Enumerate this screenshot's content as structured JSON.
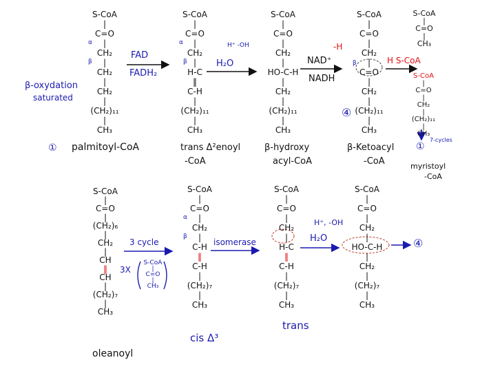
{
  "colors": {
    "ink": "#111111",
    "blue": "#1a1ab0",
    "red": "#e01010"
  },
  "side_label": {
    "line1": "β-oxydation",
    "line2": "saturated"
  },
  "step1": {
    "chain": [
      "S-CoA",
      "|",
      "C=O",
      "|",
      "CH₂",
      "|",
      "CH₂",
      "|",
      "CH₂",
      "|",
      "(CH₂)₁₁",
      "|",
      "CH₃"
    ],
    "alpha": "α",
    "beta": "β",
    "number": "①",
    "name": "palmitoyl-CoA"
  },
  "arrow1": {
    "top": "FAD",
    "bottom": "FADH₂"
  },
  "step2": {
    "chain": [
      "S-CoA",
      "|",
      "C=O",
      "|",
      "CH₂",
      "|",
      "H-C",
      "‖",
      "C-H",
      "|",
      "(CH₂)₁₁",
      "|",
      "CH₃"
    ],
    "alpha": "α",
    "beta": "β",
    "name_line1": "trans Δ²enoyl",
    "name_line2": "-CoA"
  },
  "arrow2": {
    "note": "H⁺ -OH",
    "label": "H₂O"
  },
  "step3": {
    "chain": [
      "S-CoA",
      "|",
      "C=O",
      "|",
      "CH₂",
      "|",
      "HO-C-H",
      "|",
      "CH₂",
      "|",
      "(CH₂)₁₁",
      "|",
      "CH₃"
    ],
    "name_line1": "β-hydroxy",
    "name_line2": "acyl-CoA"
  },
  "arrow3": {
    "top": "NAD⁺",
    "removed": "-H",
    "bottom": "NADH"
  },
  "step4": {
    "chain": [
      "S-CoA",
      "|",
      "C=O",
      "|",
      "CH₂",
      "|",
      "C=O",
      "|",
      "CH₂",
      "|",
      "(CH₂)₁₁",
      "|",
      "CH₃"
    ],
    "beta": "β",
    "number": "④",
    "name_line1": "β-Ketoacyl",
    "name_line2": "-CoA"
  },
  "thiolysis": {
    "label": "H S-CoA"
  },
  "product_acetyl": {
    "chain": [
      "S-CoA",
      "|",
      "C=O",
      "|",
      "CH₃"
    ]
  },
  "product_myristoyl": {
    "chain": [
      "S-CoA",
      "|",
      "C=O",
      "|",
      "CH₂",
      "|",
      "(CH₂)₁₁",
      "|",
      "CH₃"
    ],
    "number": "①",
    "cycles": "7-cycles",
    "name_line1": "myristoyl",
    "name_line2": "-CoA"
  },
  "oleanoyl": {
    "chain": [
      "S-CoA",
      "|",
      "C=O",
      "|",
      "(CH₂)₆",
      "|",
      "CH₂",
      "|",
      "CH",
      "‖",
      "CH",
      "|",
      "(CH₂)₇",
      "|",
      "CH₃"
    ],
    "name": "oleanoyl"
  },
  "arrow_cycle": {
    "top": "3 cycle",
    "multiplier": "3X",
    "acetyl": [
      "S-CoA",
      "|",
      "C=O",
      "|",
      "CH₃"
    ]
  },
  "cis": {
    "chain": [
      "S-CoA",
      "|",
      "C=O",
      "|",
      "CH₂",
      "|",
      "C-H",
      "‖",
      "C-H",
      "|",
      "(CH₂)₇",
      "|",
      "CH₃"
    ],
    "alpha": "α",
    "beta": "β",
    "label": "cis Δ³"
  },
  "arrow_isomerase": {
    "label": "isomerase"
  },
  "trans": {
    "chain": [
      "S-CoA",
      "|",
      "C=O",
      "|",
      "CH₂",
      "|",
      "H-C",
      "‖",
      "C-H",
      "|",
      "(CH₂)₇",
      "|",
      "CH₃"
    ],
    "label": "trans"
  },
  "arrow_hydration": {
    "note": "H⁺, -OH",
    "label": "H₂O"
  },
  "hydroxy_oleo": {
    "chain": [
      "S-CoA",
      "|",
      "C=O",
      "|",
      "CH₂",
      "|",
      "HO-C-H",
      "|",
      "CH₂",
      "|",
      "(CH₂)₇",
      "|",
      "CH₃"
    ]
  },
  "arrow_final": {
    "target": "④"
  }
}
